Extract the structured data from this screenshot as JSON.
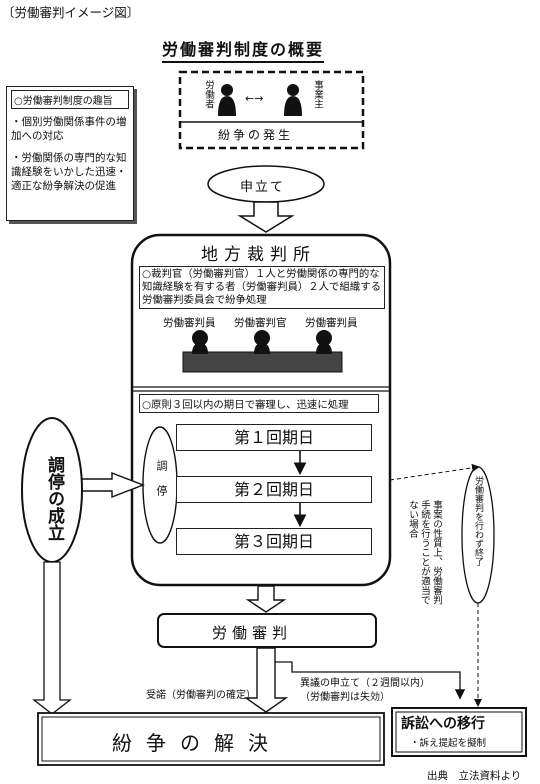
{
  "header": {
    "tag": "〔労働審判イメージ図〕",
    "title": "労働審判制度の概要"
  },
  "purpose": {
    "heading": "○労働審判制度の趣旨",
    "items": [
      "・個別労働関係事件の増加への対応",
      "・労働関係の専門的な知識経験をいかした迅速・適正な紛争解決の促進"
    ]
  },
  "dispute": {
    "worker": "労働者",
    "employer": "事業主",
    "arrow": "←→",
    "label": "紛争の発生"
  },
  "petition": "申立て",
  "court": {
    "title": "地方裁判所",
    "panel_note": "○裁判官（労働審判官）１人と労働関係の専門的な知識経験を有する者（労働審判員）２人で組織する労働審判委員会で紛争処理",
    "members": [
      "労働審判員",
      "労働審判官",
      "労働審判員"
    ],
    "rule": "○原則３回以内の期日で審理し、迅速に処理",
    "mediation": "調停",
    "sessions": [
      "第１回期日",
      "第２回期日",
      "第３回期日"
    ]
  },
  "mediation_success": "調停の成立",
  "no_judgment": {
    "main": "労働審判を行わず終了",
    "reason": "事案の性質上、労働審判手続を行うことが適当でない場合"
  },
  "judgment": "労働審判",
  "acceptance": "受諾（労働審判の確定）",
  "objection": {
    "line1": "異議の申立て（２週間以内）",
    "line2": "（労働審判は失効）"
  },
  "resolution": "紛争の解決",
  "lawsuit": {
    "title": "訴訟への移行",
    "note": "・訴え提起を擬制"
  },
  "source": "出典　立法資料より"
}
